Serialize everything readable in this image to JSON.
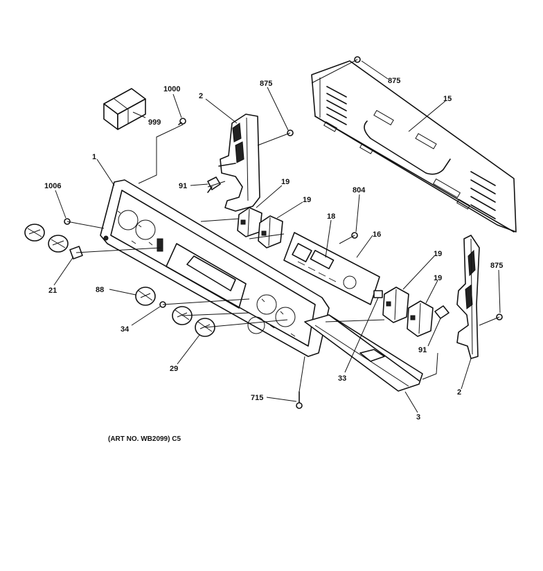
{
  "art_number": "(ART NO. WB2099) C5",
  "callouts": [
    {
      "id": "c1000",
      "label": "1000"
    },
    {
      "id": "c999",
      "label": "999"
    },
    {
      "id": "c2a",
      "label": "2"
    },
    {
      "id": "c875a",
      "label": "875"
    },
    {
      "id": "c875b",
      "label": "875"
    },
    {
      "id": "c15",
      "label": "15"
    },
    {
      "id": "c1",
      "label": "1"
    },
    {
      "id": "c1006",
      "label": "1006"
    },
    {
      "id": "c91a",
      "label": "91"
    },
    {
      "id": "c19a",
      "label": "19"
    },
    {
      "id": "c19b",
      "label": "19"
    },
    {
      "id": "c804",
      "label": "804"
    },
    {
      "id": "c18",
      "label": "18"
    },
    {
      "id": "c16",
      "label": "16"
    },
    {
      "id": "c19c",
      "label": "19"
    },
    {
      "id": "c19d",
      "label": "19"
    },
    {
      "id": "c875c",
      "label": "875"
    },
    {
      "id": "c21",
      "label": "21"
    },
    {
      "id": "c88",
      "label": "88"
    },
    {
      "id": "c34",
      "label": "34"
    },
    {
      "id": "c91b",
      "label": "91"
    },
    {
      "id": "c29",
      "label": "29"
    },
    {
      "id": "c33",
      "label": "33"
    },
    {
      "id": "c2b",
      "label": "2"
    },
    {
      "id": "c715",
      "label": "715"
    },
    {
      "id": "c3",
      "label": "3"
    }
  ]
}
